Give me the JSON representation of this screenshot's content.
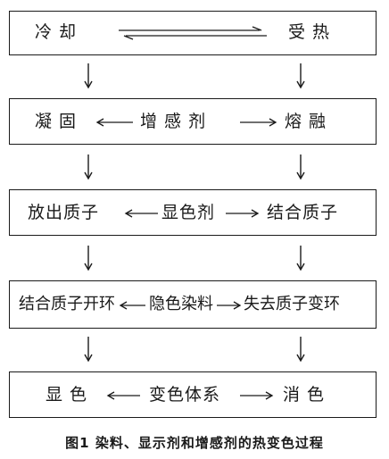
{
  "rows": [
    {
      "left": "冷 却",
      "middle": "",
      "right": "受 热"
    },
    {
      "left": "凝 固",
      "middle": "增 感 剂",
      "right": "熔 融"
    },
    {
      "left": "放出质子",
      "middle": "显色剂",
      "right": "结合质子"
    },
    {
      "left": "结合质子开环",
      "middle": "隐色染料",
      "right": "失去质子变环"
    },
    {
      "left": "显 色",
      "middle": "变色体系",
      "right": "消 色"
    }
  ],
  "caption": "图1  染料、显示剂和增感剂的热变色过程"
}
